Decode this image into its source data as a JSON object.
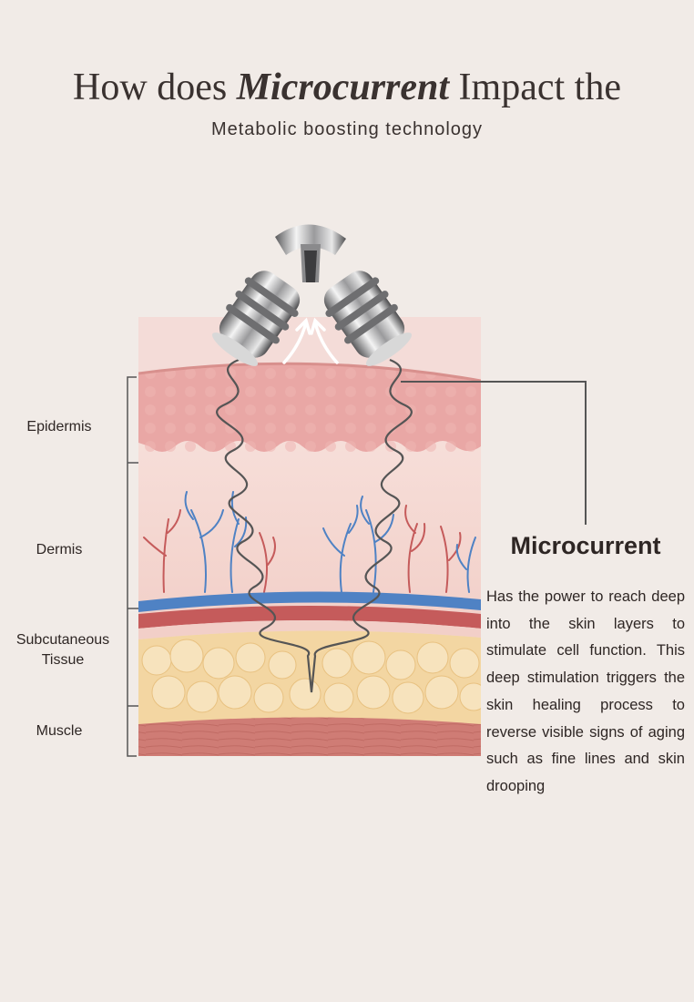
{
  "header": {
    "title_pre": "How does ",
    "title_em": "Microcurrent",
    "title_post": " Impact the",
    "subtitle": "Metabolic boosting technology"
  },
  "layers": [
    {
      "id": "epidermis",
      "label": "Epidermis"
    },
    {
      "id": "dermis",
      "label": "Dermis"
    },
    {
      "id": "subcutaneous",
      "label": "Subcutaneous\nTissue"
    },
    {
      "id": "muscle",
      "label": "Muscle"
    }
  ],
  "callout": {
    "heading": "Microcurrent",
    "text": "Has the power to reach deep into the skin layers to stimulate cell function. This deep stimulation triggers the skin healing process to reverse visible signs of aging such as fine lines and skin drooping"
  },
  "colors": {
    "background": "#f1ebe7",
    "epidermis": "#e9a7a5",
    "dermis": "#f5d9d3",
    "fat": "#f3d6a2",
    "muscle": "#cf7c75",
    "vein": "#4f82c4",
    "artery": "#c55b5b",
    "wire": "#555555"
  },
  "icons": [
    "microcurrent-device-icon",
    "up-arrows-icon"
  ]
}
